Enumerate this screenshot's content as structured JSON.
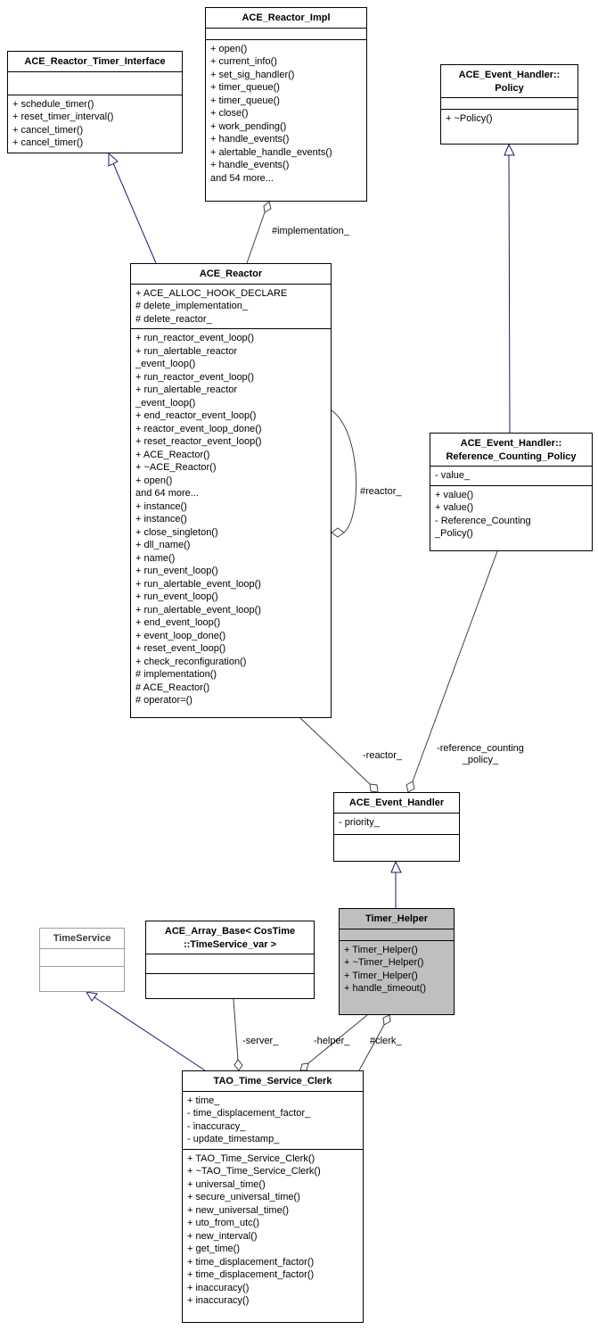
{
  "classes": {
    "reactor_impl": {
      "title_lines": [
        "ACE_Reactor_Impl"
      ],
      "attributes": [],
      "methods": [
        "+ open()",
        "+ current_info()",
        "+ set_sig_handler()",
        "+ timer_queue()",
        "+ timer_queue()",
        "+ close()",
        "+ work_pending()",
        "+ handle_events()",
        "+ alertable_handle_events()",
        "+ handle_events()",
        "and 54 more..."
      ]
    },
    "timer_interface": {
      "title_lines": [
        "ACE_Reactor_Timer_Interface"
      ],
      "attributes": [],
      "methods": [
        "+ schedule_timer()",
        "+ reset_timer_interval()",
        "+ cancel_timer()",
        "+ cancel_timer()"
      ]
    },
    "policy": {
      "title_lines": [
        "ACE_Event_Handler::",
        "Policy"
      ],
      "attributes": [],
      "methods": [
        "+ ~Policy()"
      ]
    },
    "reactor": {
      "title_lines": [
        "ACE_Reactor"
      ],
      "attributes": [
        "+ ACE_ALLOC_HOOK_DECLARE",
        "# delete_implementation_",
        "# delete_reactor_"
      ],
      "methods": [
        "+ run_reactor_event_loop()",
        "+ run_alertable_reactor",
        "_event_loop()",
        "+ run_reactor_event_loop()",
        "+ run_alertable_reactor",
        "_event_loop()",
        "+ end_reactor_event_loop()",
        "+ reactor_event_loop_done()",
        "+ reset_reactor_event_loop()",
        "+ ACE_Reactor()",
        "+ ~ACE_Reactor()",
        "+ open()",
        "and 64 more...",
        "+ instance()",
        "+ instance()",
        "+ close_singleton()",
        "+ dll_name()",
        "+ name()",
        "+ run_event_loop()",
        "+ run_alertable_event_loop()",
        "+ run_event_loop()",
        "+ run_alertable_event_loop()",
        "+ end_event_loop()",
        "+ event_loop_done()",
        "+ reset_event_loop()",
        "+ check_reconfiguration()",
        "# implementation()",
        "# ACE_Reactor()",
        "# operator=()"
      ]
    },
    "ref_policy": {
      "title_lines": [
        "ACE_Event_Handler::",
        "Reference_Counting_Policy"
      ],
      "attributes": [
        "- value_"
      ],
      "methods": [
        "+ value()",
        "+ value()",
        "- Reference_Counting",
        "_Policy()"
      ]
    },
    "event_handler": {
      "title_lines": [
        "ACE_Event_Handler"
      ],
      "attributes": [
        "- priority_"
      ],
      "methods": []
    },
    "timer_helper": {
      "title_lines": [
        "Timer_Helper"
      ],
      "attributes": [],
      "methods": [
        "+ Timer_Helper()",
        "+ ~Timer_Helper()",
        "+ Timer_Helper()",
        "+ handle_timeout()"
      ]
    },
    "time_service": {
      "title_lines": [
        "TimeService"
      ],
      "attributes": [],
      "methods": []
    },
    "array_base": {
      "title_lines": [
        "ACE_Array_Base< CosTime",
        "::TimeService_var >"
      ],
      "attributes": [],
      "methods": []
    },
    "clerk": {
      "title_lines": [
        "TAO_Time_Service_Clerk"
      ],
      "attributes": [
        "+ time_",
        "- time_displacement_factor_",
        "- inaccuracy_",
        "- update_timestamp_"
      ],
      "methods": [
        "+ TAO_Time_Service_Clerk()",
        "+ ~TAO_Time_Service_Clerk()",
        "+ universal_time()",
        "+ secure_universal_time()",
        "+ new_universal_time()",
        "+ uto_from_utc()",
        "+ new_interval()",
        "+ get_time()",
        "+ time_displacement_factor()",
        "+ time_displacement_factor()",
        "+ inaccuracy()",
        "+ inaccuracy()"
      ]
    }
  },
  "edge_labels": {
    "implementation": "#implementation_",
    "reactor_self": "#reactor_",
    "reactor": "-reactor_",
    "ref_counting_line1": "-reference_counting",
    "ref_counting_line2": "_policy_",
    "server": "-server_",
    "helper": "-helper_",
    "clerk": "#clerk_"
  },
  "colors": {
    "inheritance": "#191970",
    "usage": "#404040",
    "highlight_fill": "#bfbfbf",
    "external_border": "#9e9e9e",
    "box_border": "#000000"
  }
}
